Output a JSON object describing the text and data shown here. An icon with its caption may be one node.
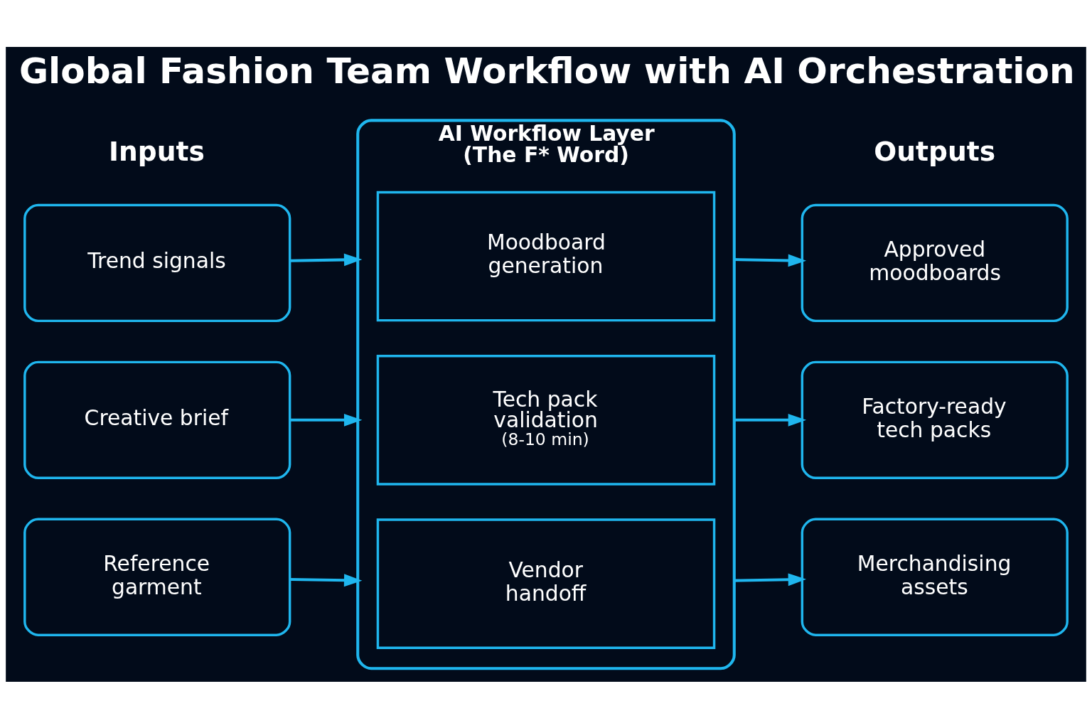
{
  "diagram": {
    "title": "Global Fashion Team Workflow with AI Orchestration",
    "nodes": [
      {
        "text": [
          "Trend signals"
        ]
      },
      {
        "text": [
          "Creative brief"
        ]
      },
      {
        "text": [
          "Reference garment"
        ]
      },
      {
        "text": [
          "AI Workflow Layer (The F* Word)"
        ]
      },
      {
        "text": [
          "Moodboard generation"
        ],
        "in": 3
      },
      {
        "text": [
          "Tech pack validation",
          "(8-10 min)"
        ],
        "in": 3
      },
      {
        "text": [
          "Vendor handoff"
        ],
        "in": 3
      },
      {
        "text": [
          "Approved moodboards"
        ]
      },
      {
        "text": [
          "Factory-ready tech packs"
        ]
      },
      {
        "text": [
          "Merchandising assets"
        ]
      }
    ],
    "edges": [
      {
        "from": 0,
        "to": 3,
        "arrow": "to"
      },
      {
        "from": 1,
        "to": 3,
        "arrow": "to"
      },
      {
        "from": 2,
        "to": 3,
        "arrow": "to"
      },
      {
        "from": 3,
        "to": 7,
        "arrow": "to"
      },
      {
        "from": 3,
        "to": 8,
        "arrow": "to"
      },
      {
        "from": 3,
        "to": 9,
        "arrow": "to"
      }
    ],
    "labels": [
      "Inputs",
      "Outputs"
    ]
  }
}
